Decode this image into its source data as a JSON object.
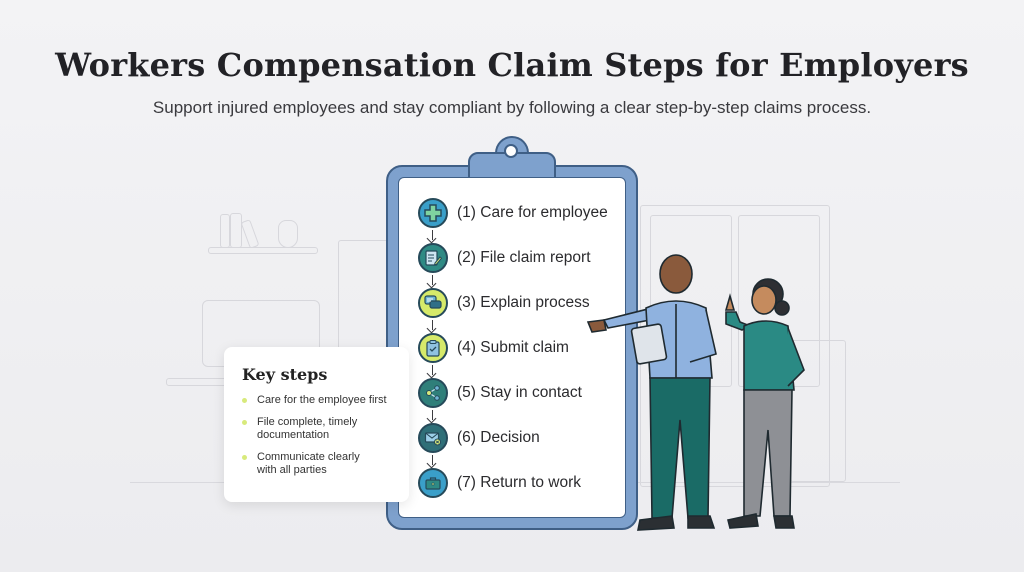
{
  "header": {
    "title": "Workers Compensation Claim Steps for Employers",
    "subtitle": "Support injured employees and stay compliant by following a clear step-by-step claims process."
  },
  "clipboard": {
    "steps": [
      {
        "label": "(1) Care for employee",
        "icon": "medical-cross-icon",
        "color": "#3a9fc9"
      },
      {
        "label": "(2) File claim report",
        "icon": "document-pen-icon",
        "color": "#2f8a84"
      },
      {
        "label": "(3) Explain process",
        "icon": "chat-bubbles-icon",
        "color": "#d6ea6a"
      },
      {
        "label": "(4) Submit claim",
        "icon": "clipboard-check-icon",
        "color": "#d6ea6a"
      },
      {
        "label": "(5) Stay in contact",
        "icon": "share-nodes-icon",
        "color": "#2f7f7a"
      },
      {
        "label": "(6) Decision",
        "icon": "envelope-decision-icon",
        "color": "#2f6f78"
      },
      {
        "label": "(7) Return to work",
        "icon": "briefcase-icon",
        "color": "#3a9fc9"
      }
    ]
  },
  "key_steps": {
    "title": "Key steps",
    "items": [
      "Care for the employee first",
      "File complete, timely documentation",
      "Communicate clearly with all parties"
    ]
  },
  "colors": {
    "board": "#7ea1cd",
    "outline": "#3f5f86",
    "accent_lime": "#d8ea7c",
    "teal": "#1f6b68"
  }
}
